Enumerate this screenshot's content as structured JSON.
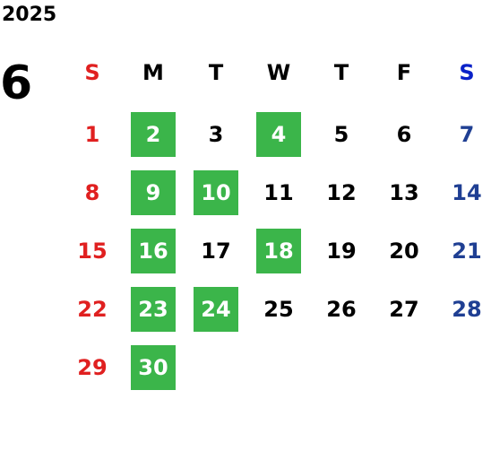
{
  "calendar": {
    "year": "2025",
    "month": "6",
    "weekdays": [
      {
        "label": "S",
        "color": "#e02020"
      },
      {
        "label": "M",
        "color": "#000000"
      },
      {
        "label": "T",
        "color": "#000000"
      },
      {
        "label": "W",
        "color": "#000000"
      },
      {
        "label": "T",
        "color": "#000000"
      },
      {
        "label": "F",
        "color": "#000000"
      },
      {
        "label": "S",
        "color": "#0a22c8"
      }
    ],
    "first_weekday_index": 0,
    "days_in_month": 30,
    "highlighted_days": [
      2,
      4,
      9,
      10,
      16,
      18,
      23,
      24,
      30
    ],
    "colors": {
      "highlight_bg": "#3bb54a",
      "highlight_text": "#ffffff",
      "sunday": "#e02020",
      "saturday": "#1f3f93",
      "weekday": "#000000"
    }
  }
}
